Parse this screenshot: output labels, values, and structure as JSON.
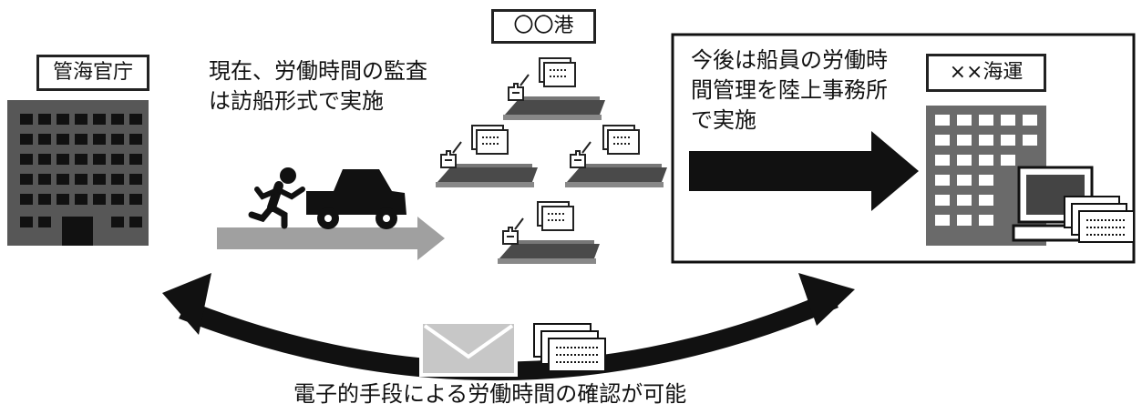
{
  "agency": {
    "label": "管海官庁"
  },
  "port": {
    "label": "〇〇港"
  },
  "company": {
    "label": "××海運"
  },
  "current_note": {
    "lines": [
      "現在、労働時間の監査",
      "は訪船形式で実施"
    ]
  },
  "future_note": {
    "lines": [
      "今後は船員の労働時",
      "間管理を陸上事務所",
      "で実施"
    ]
  },
  "bottom_caption": "電子的手段による労働時間の確認が可能",
  "colors": {
    "building": "#575757",
    "ship": "#4a4a4a",
    "grey_arrow": "#a0a0a0",
    "black": "#111111"
  },
  "icons": [
    "office-building-icon",
    "running-person-icon",
    "car-icon",
    "ship-icon",
    "document-icon",
    "envelope-icon",
    "computer-icon"
  ]
}
